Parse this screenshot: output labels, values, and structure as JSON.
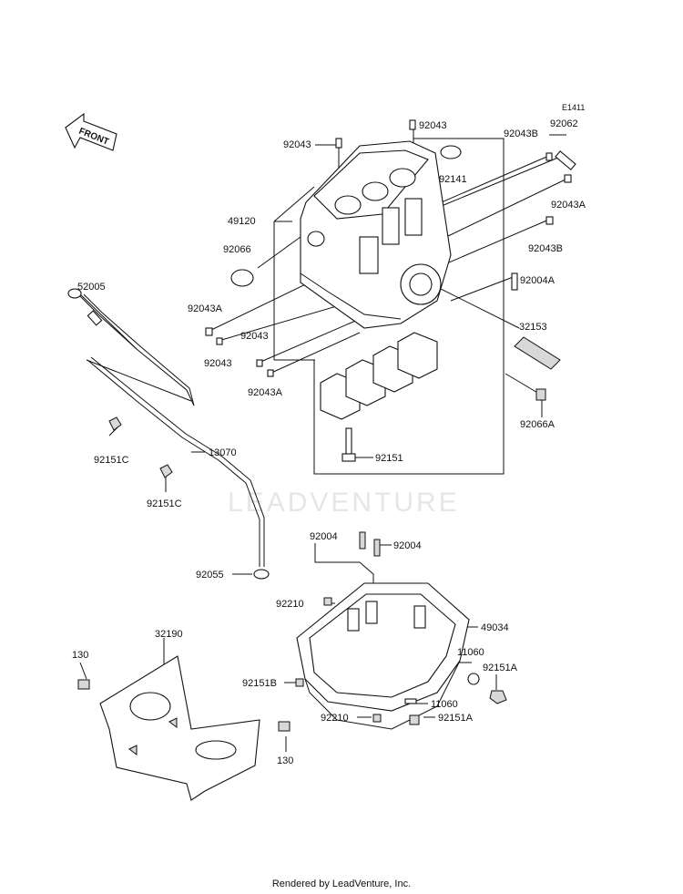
{
  "diagram_code": "E1411",
  "front_label": "FRONT",
  "watermark": "LEADVENTURE",
  "footer": "Rendered by LeadVenture, Inc.",
  "callouts": [
    {
      "id": "c01",
      "label": "92043"
    },
    {
      "id": "c02",
      "label": "92043"
    },
    {
      "id": "c03",
      "label": "92043B"
    },
    {
      "id": "c04",
      "label": "92062"
    },
    {
      "id": "c05",
      "label": "92141"
    },
    {
      "id": "c06",
      "label": "92043A"
    },
    {
      "id": "c07",
      "label": "49120"
    },
    {
      "id": "c08",
      "label": "92043B"
    },
    {
      "id": "c09",
      "label": "92066"
    },
    {
      "id": "c10",
      "label": "92004A"
    },
    {
      "id": "c11",
      "label": "52005"
    },
    {
      "id": "c12",
      "label": "92043A"
    },
    {
      "id": "c13",
      "label": "32153"
    },
    {
      "id": "c14",
      "label": "92043"
    },
    {
      "id": "c15",
      "label": "92043"
    },
    {
      "id": "c16",
      "label": "92043A"
    },
    {
      "id": "c17",
      "label": "92066A"
    },
    {
      "id": "c18",
      "label": "92151C"
    },
    {
      "id": "c19",
      "label": "13070"
    },
    {
      "id": "c20",
      "label": "92151"
    },
    {
      "id": "c21",
      "label": "92151C"
    },
    {
      "id": "c22",
      "label": "92004"
    },
    {
      "id": "c23",
      "label": "92004"
    },
    {
      "id": "c24",
      "label": "92055"
    },
    {
      "id": "c25",
      "label": "92210"
    },
    {
      "id": "c26",
      "label": "32190"
    },
    {
      "id": "c27",
      "label": "49034"
    },
    {
      "id": "c28",
      "label": "130"
    },
    {
      "id": "c29",
      "label": "11060"
    },
    {
      "id": "c30",
      "label": "92151B"
    },
    {
      "id": "c31",
      "label": "92151A"
    },
    {
      "id": "c32",
      "label": "11060"
    },
    {
      "id": "c33",
      "label": "92210"
    },
    {
      "id": "c34",
      "label": "92151A"
    },
    {
      "id": "c35",
      "label": "130"
    }
  ]
}
